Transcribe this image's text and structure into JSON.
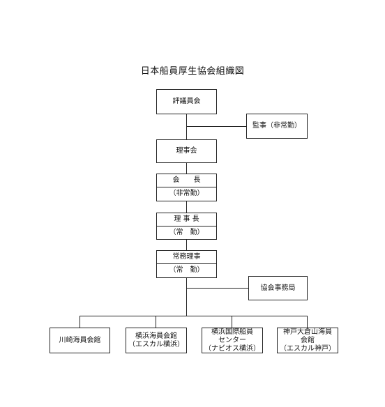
{
  "title": "日本船員厚生協会組織図",
  "nodes": {
    "council": {
      "label": "評議員会"
    },
    "auditor": {
      "label": "監事（非常勤）"
    },
    "board": {
      "label": "理事会"
    },
    "chairman": {
      "label": "会　　長",
      "sub": "（非常勤）"
    },
    "chief_director": {
      "label": "理 事 長",
      "sub": "（常　勤）"
    },
    "managing_director": {
      "label": "常務理事",
      "sub": "（常　勤）"
    },
    "secretariat": {
      "label": "協会事務局"
    }
  },
  "facilities": [
    {
      "lines": [
        "川崎海員会館"
      ]
    },
    {
      "lines": [
        "横浜海員会館",
        "（エスカル横浜）"
      ]
    },
    {
      "lines": [
        "横浜国際船員",
        "センター",
        "（ナビオス横浜）"
      ]
    },
    {
      "lines": [
        "神戸大倉山海員",
        "会館",
        "（エスカル神戸）"
      ]
    }
  ]
}
